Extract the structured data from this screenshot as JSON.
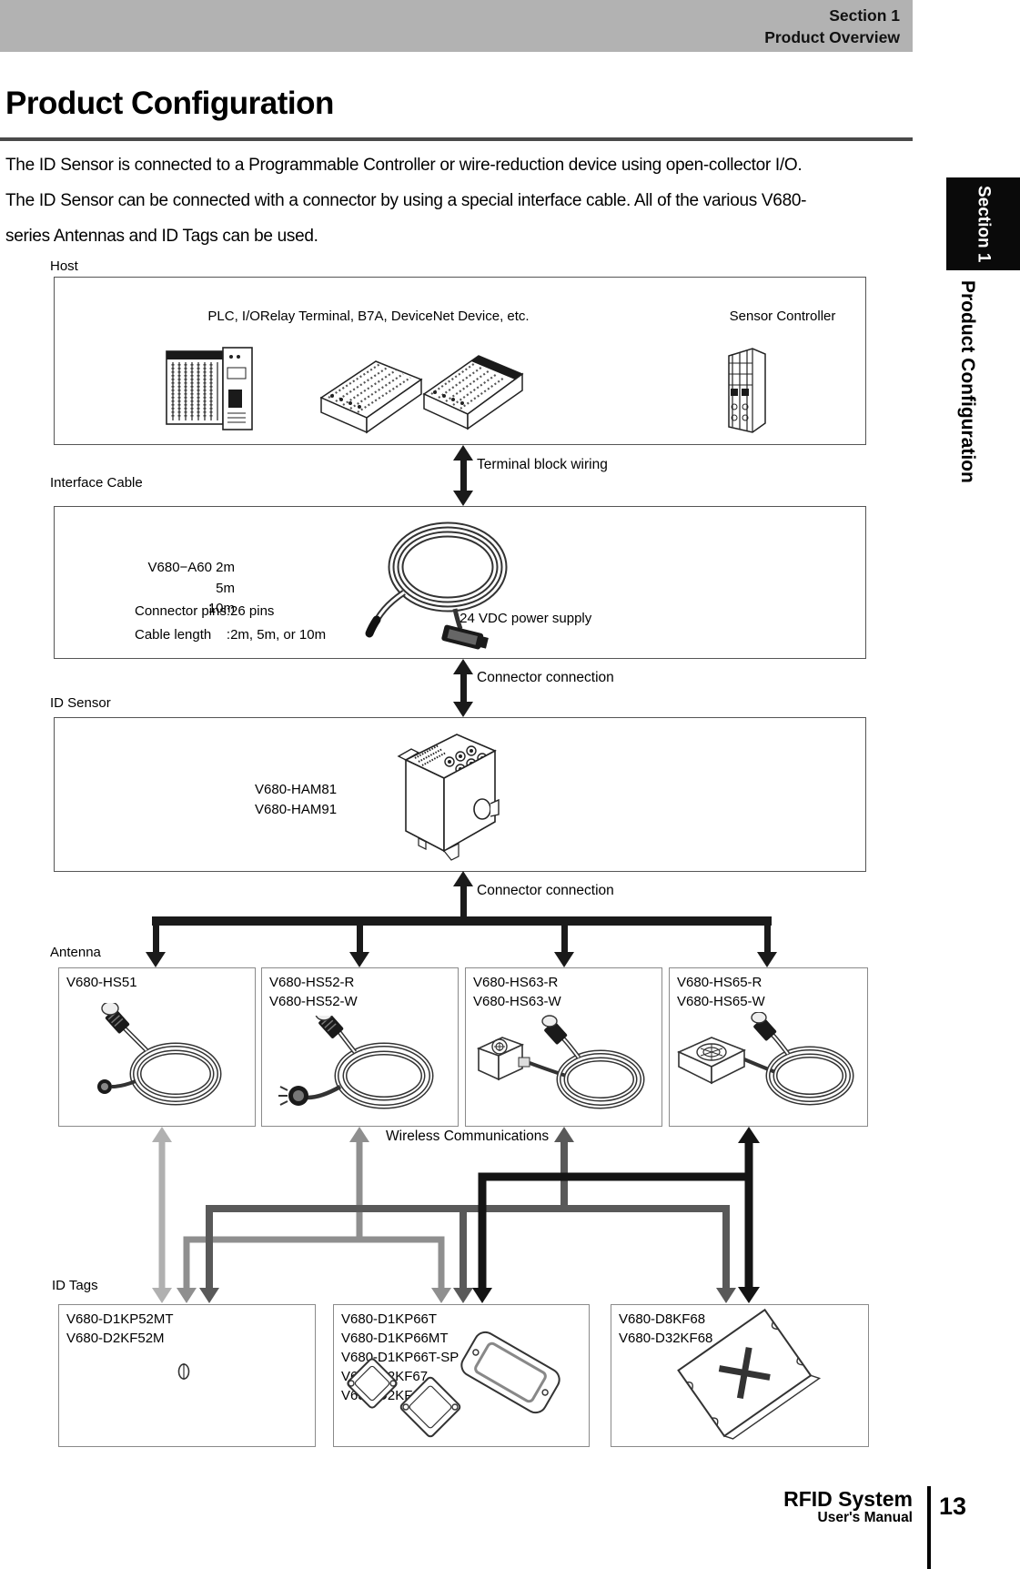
{
  "header": {
    "section": "Section 1",
    "chapter": "Product Overview"
  },
  "sidebar": {
    "tab": "Section 1",
    "title": "Product Configuration"
  },
  "content": {
    "title": "Product Configuration",
    "intro": [
      "The ID Sensor is connected to a Programmable Controller or wire-reduction device using open-collector I/O.",
      "The ID Sensor can be connected with a connector by using a special interface cable. All of the various V680-",
      "series Antennas and ID Tags can be used."
    ]
  },
  "diagram": {
    "host": {
      "label": "Host",
      "plc_caption": "PLC, I/ORelay Terminal, B7A, DeviceNet Device, etc.",
      "controller_caption": "Sensor Controller"
    },
    "terminal_wiring_label": "Terminal block wiring",
    "interface_cable": {
      "label": "Interface Cable",
      "model_line1": "V680−A60 2m",
      "model_line2": "5m",
      "model_line3": "10m",
      "connector_pins": "Connector pins:26 pins",
      "cable_length": "Cable length    :2m, 5m, or 10m",
      "power": ":24 VDC power supply"
    },
    "connector_connection_upper": "Connector connection",
    "id_sensor": {
      "label": "ID Sensor",
      "model1": "V680-HAM81",
      "model2": "V680-HAM91"
    },
    "connector_connection_lower": "Connector connection",
    "antenna": {
      "label": "Antenna",
      "boxes": [
        {
          "models": [
            "V680-HS51"
          ]
        },
        {
          "models": [
            "V680-HS52-R",
            "V680-HS52-W"
          ]
        },
        {
          "models": [
            "V680-HS63-R",
            "V680-HS63-W"
          ]
        },
        {
          "models": [
            "V680-HS65-R",
            "V680-HS65-W"
          ]
        }
      ]
    },
    "wireless_label": "Wireless Communications",
    "id_tags": {
      "label": "ID Tags",
      "boxes": [
        {
          "models": [
            "V680-D1KP52MT",
            "V680-D2KF52M"
          ]
        },
        {
          "models": [
            "V680-D1KP66T",
            "V680-D1KP66MT",
            "V680-D1KP66T-SP",
            "V680-D2KF67",
            "V680-D2KF67M"
          ]
        },
        {
          "models": [
            "V680-D8KF68",
            "V680-D32KF68"
          ]
        }
      ]
    }
  },
  "footer": {
    "product": "RFID System",
    "manual": "User's Manual",
    "page": "13"
  },
  "colors": {
    "header_bg": "#b2b2b2",
    "rule": "#4a4a4a",
    "arrow_black": "#1a1a1a",
    "wire_light_gray": "#b0b0b0",
    "wire_mid_gray": "#8f8f8f",
    "wire_dark_gray": "#595959",
    "wire_black": "#141414"
  }
}
